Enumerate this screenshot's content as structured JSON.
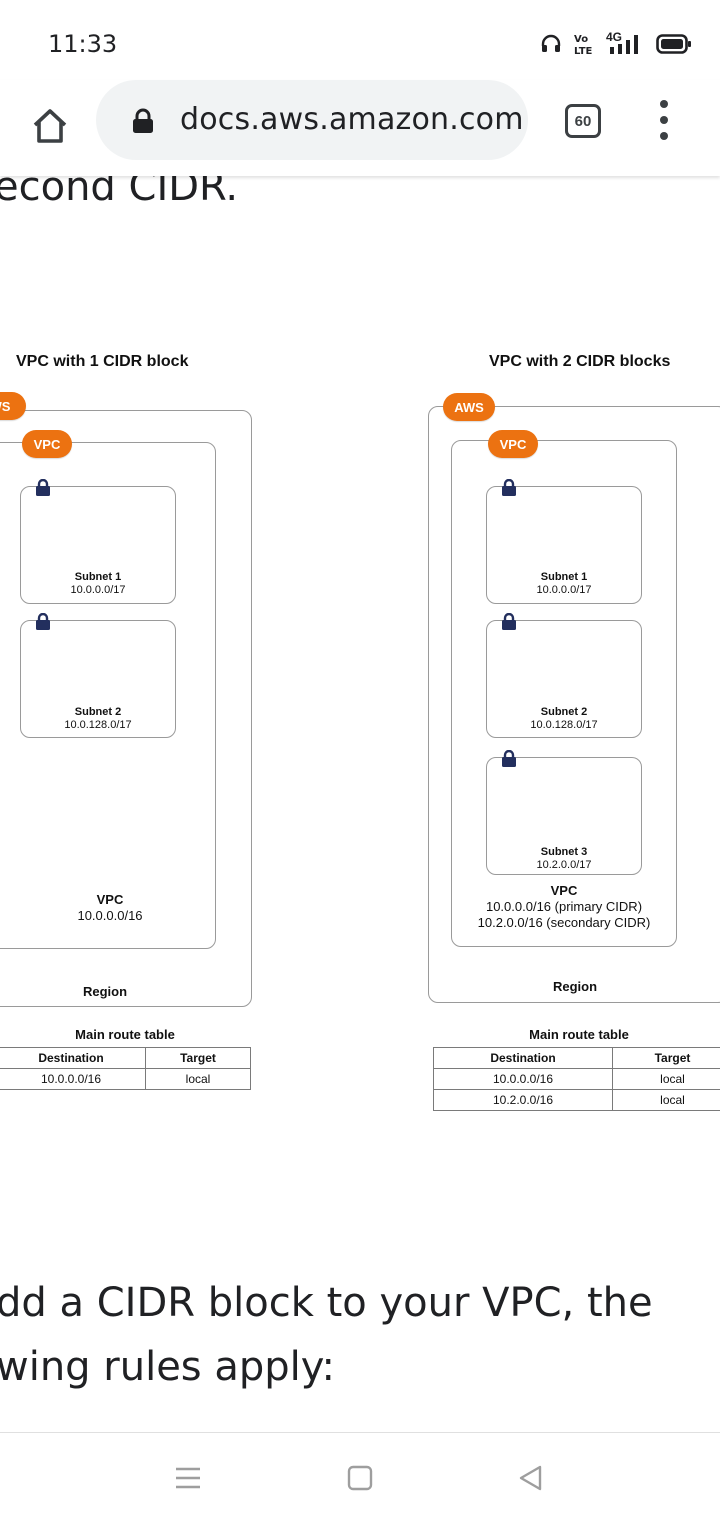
{
  "status_bar": {
    "time": "11:33",
    "network_label": "4G",
    "volte_label": "Vo LTE",
    "icons": [
      "headset-icon",
      "volte-icon",
      "signal-icon",
      "battery-icon"
    ]
  },
  "browser": {
    "url": "docs.aws.amazon.com",
    "tab_count": "60",
    "icons": [
      "home-icon",
      "lock-icon",
      "tabs-icon",
      "more-vert-icon"
    ]
  },
  "page": {
    "top_partial_text": "econd CIDR.",
    "paragraph_line1": "dd a CIDR block to your VPC, the",
    "paragraph_line2": "wing rules apply:"
  },
  "diagram_left": {
    "title": "VPC with 1 CIDR block",
    "aws_badge": "WS",
    "vpc_badge": "VPC",
    "subnets": [
      {
        "name": "Subnet 1",
        "cidr": "10.0.0.0/17"
      },
      {
        "name": "Subnet 2",
        "cidr": "10.0.128.0/17"
      }
    ],
    "vpc_label": "VPC",
    "vpc_cidr": "10.0.0.0/16",
    "region_label": "Region",
    "route_table": {
      "title": "Main route table",
      "headers": [
        "Destination",
        "Target"
      ],
      "rows": [
        [
          "10.0.0.0/16",
          "local"
        ]
      ]
    }
  },
  "diagram_right": {
    "title": "VPC with 2 CIDR blocks",
    "aws_badge": "AWS",
    "vpc_badge": "VPC",
    "subnets": [
      {
        "name": "Subnet 1",
        "cidr": "10.0.0.0/17"
      },
      {
        "name": "Subnet 2",
        "cidr": "10.0.128.0/17"
      },
      {
        "name": "Subnet 3",
        "cidr": "10.2.0.0/17"
      }
    ],
    "vpc_label": "VPC",
    "vpc_cidr_primary": "10.0.0.0/16 (primary CIDR)",
    "vpc_cidr_secondary": "10.2.0.0/16 (secondary CIDR)",
    "region_label": "Region",
    "route_table": {
      "title": "Main route table",
      "headers": [
        "Destination",
        "Target"
      ],
      "rows": [
        [
          "10.0.0.0/16",
          "local"
        ],
        [
          "10.2.0.0/16",
          "local"
        ]
      ]
    }
  },
  "nav_bar": {
    "icons": [
      "recent-apps-icon",
      "home-nav-icon",
      "back-icon"
    ]
  },
  "colors": {
    "aws_orange": "#ec7211",
    "padlock": "#232f5e",
    "urlbar_bg": "#f1f3f4"
  }
}
